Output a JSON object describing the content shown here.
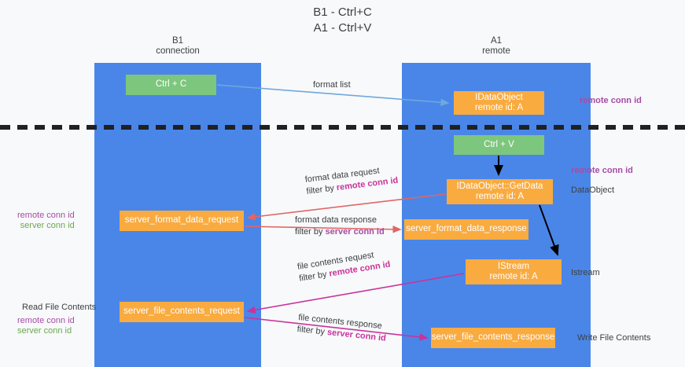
{
  "title": {
    "line1": "B1 - Ctrl+C",
    "line2": "A1 - Ctrl+V"
  },
  "lanes": [
    {
      "name": "b1",
      "line1": "B1",
      "line2": "connection",
      "color": "#4a86e8"
    },
    {
      "name": "a1",
      "line1": "A1",
      "line2": "remote",
      "color": "#4a86e8"
    }
  ],
  "nodes": {
    "ctrl_c": {
      "line1": "Ctrl + C",
      "color": "#7dc67d"
    },
    "idataobject": {
      "line1": "IDataObject",
      "line2": "remote id: A",
      "color": "#f9ab40"
    },
    "ctrl_v": {
      "line1": "Ctrl + V",
      "color": "#7dc67d"
    },
    "getdata": {
      "line1": "IDataObject::GetData",
      "line2": "remote id: A",
      "color": "#f9ab40"
    },
    "format_data_request": {
      "line1": "server_format_data_request",
      "color": "#f9ab40"
    },
    "format_data_response": {
      "line1": "server_format_data_response",
      "color": "#f9ab40"
    },
    "istream": {
      "line1": "IStream",
      "line2": "remote id: A",
      "color": "#f9ab40"
    },
    "file_contents_request": {
      "line1": "server_file_contents_request",
      "color": "#f9ab40"
    },
    "file_contents_response": {
      "line1": "server_file_contents_response",
      "color": "#f9ab40"
    }
  },
  "edges": {
    "format_list": {
      "label": "format list"
    },
    "format_data_request": {
      "label": "format data request",
      "filter_prefix": "filter by ",
      "filter_accent": "remote conn id"
    },
    "format_data_response": {
      "label": "format data response",
      "filter_prefix": "filter by ",
      "filter_accent": "server conn id"
    },
    "file_contents_request": {
      "label": "file contents request",
      "filter_prefix": "filter by ",
      "filter_accent": "remote conn id"
    },
    "file_contents_response": {
      "label": "file contents response",
      "filter_prefix": "filter by ",
      "filter_accent": "server conn id"
    }
  },
  "annotations": {
    "remote_conn_id_top": "remote conn id",
    "remote_conn_id_mid": "remote conn id",
    "dataobject": "DataObject",
    "istream": "Istream",
    "write_file_contents": "Write File Contents",
    "read_file_contents": "Read File Contents",
    "left_remote_conn_id": "remote conn id",
    "left_server_conn_id": "server conn id",
    "left_remote_conn_id2": "remote conn id",
    "left_server_conn_id2": "server conn id"
  },
  "colors": {
    "lane": "#4a86e8",
    "green_box": "#7dc67d",
    "orange_box": "#f9ab40",
    "purple_text": "#a64ca6",
    "green_text": "#6aa84f",
    "magenta_arrow": "#c9339b",
    "red_arrow": "#e06666",
    "blue_arrow": "#6fa8dc",
    "background": "#f8f9fa"
  }
}
